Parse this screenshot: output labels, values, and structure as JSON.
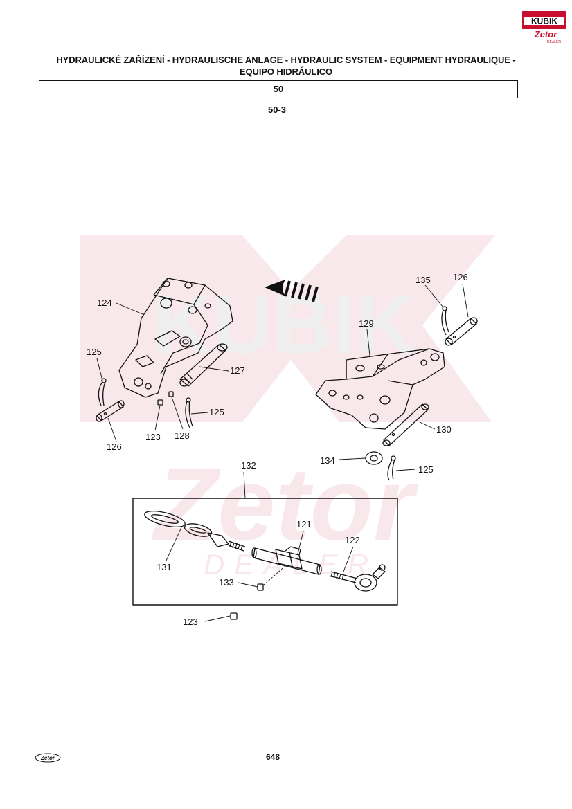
{
  "header": {
    "logo_top": "KUBIK",
    "logo_brand": "Zetor",
    "logo_dealer": "DEALER",
    "title_line1": "HYDRAULICKÉ ZAŘÍZENÍ - HYDRAULISCHE ANLAGE - HYDRAULIC SYSTEM - EQUIPMENT HYDRAULIQUE -",
    "title_line2": "EQUIPO HIDRÁULICO",
    "section": "50",
    "subsection": "50-3"
  },
  "watermark": {
    "word1": "KUBIK",
    "word2": "Zetor",
    "word3": "DEALER"
  },
  "callouts": {
    "c124": "124",
    "c125a": "125",
    "c126a": "126",
    "c127": "127",
    "c123a": "123",
    "c128": "128",
    "c125b": "125",
    "c135": "135",
    "c126b": "126",
    "c129": "129",
    "c130": "130",
    "c134": "134",
    "c125c": "125",
    "c132": "132",
    "c121": "121",
    "c122": "122",
    "c131": "131",
    "c133": "133",
    "c123b": "123"
  },
  "footer": {
    "brand": "Zetor",
    "page": "648"
  }
}
